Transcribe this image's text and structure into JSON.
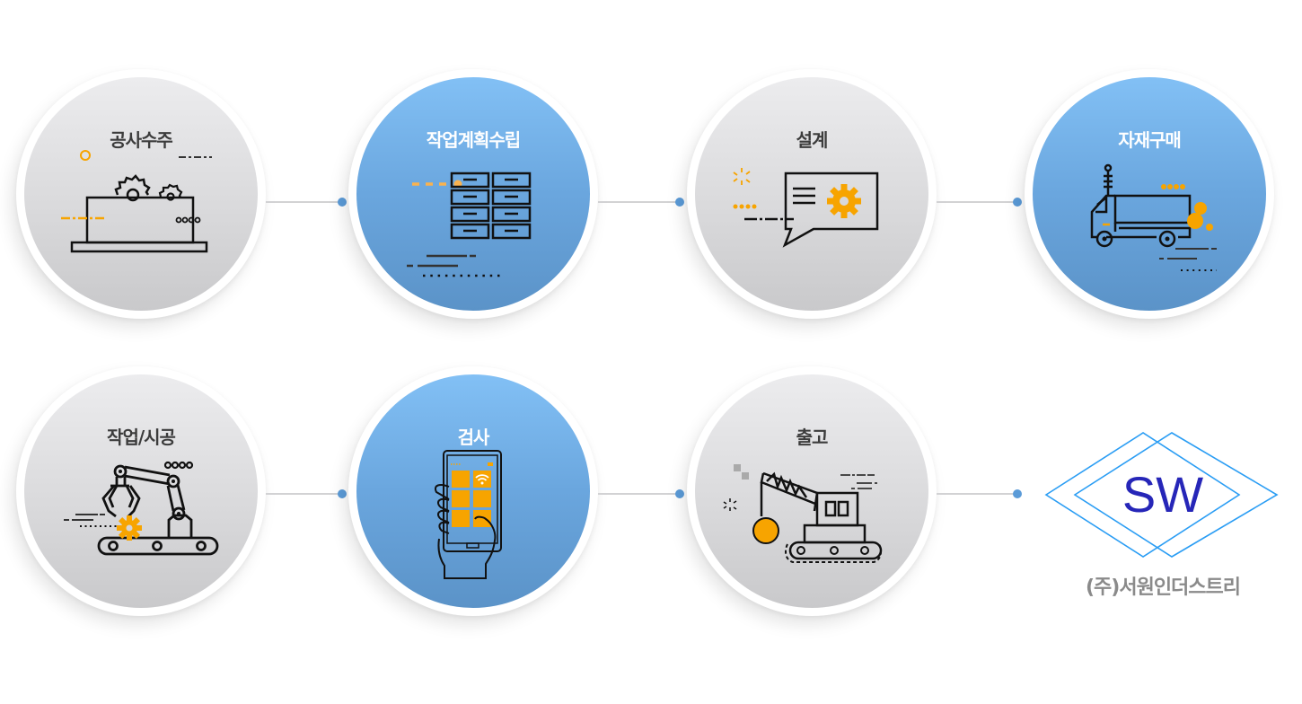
{
  "steps": [
    {
      "label": "공사수주",
      "theme": "gray",
      "icon": "gear-machine-icon"
    },
    {
      "label": "작업계획수립",
      "theme": "blue",
      "icon": "drawer-cabinet-icon"
    },
    {
      "label": "설계",
      "theme": "gray",
      "icon": "speech-bubble-gear-icon"
    },
    {
      "label": "자재구매",
      "theme": "blue",
      "icon": "delivery-truck-icon"
    },
    {
      "label": "작업/시공",
      "theme": "gray",
      "icon": "robot-arm-conveyor-icon"
    },
    {
      "label": "검사",
      "theme": "blue",
      "icon": "hand-smartphone-icon"
    },
    {
      "label": "출고",
      "theme": "gray",
      "icon": "crane-wrecking-ball-icon"
    }
  ],
  "logo": {
    "mark": "SW",
    "company_name": "(주)서원인더스트리"
  },
  "colors": {
    "accent_orange": "#f7a400",
    "blue_top": "#82c0f5",
    "blue_bottom": "#5b93c8",
    "gray_top": "#ececee",
    "gray_bottom": "#c9c9cb",
    "connector_dot": "#5b9bd8",
    "logo_blue": "#2a9df4",
    "logo_text": "#2626b8"
  }
}
